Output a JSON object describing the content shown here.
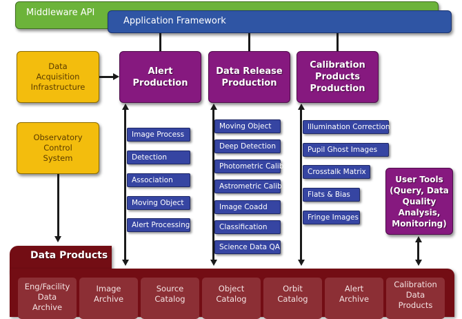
{
  "layers": {
    "middleware": "Middleware API",
    "framework": "Application Framework"
  },
  "left": {
    "data_acquisition": [
      "Data",
      "Acquisition",
      "Infrastructure"
    ],
    "observatory_control": [
      "Observatory",
      "Control",
      "System"
    ]
  },
  "productions": [
    {
      "title": [
        "Alert",
        "Production"
      ],
      "tasks": [
        "Image Process",
        "Detection",
        "Association",
        "Moving Object",
        "Alert Processing"
      ]
    },
    {
      "title": [
        "Data Release",
        "Production"
      ],
      "tasks": [
        "Moving Object",
        "Deep Detection",
        "Photometric Calib",
        "Astrometric Calib",
        "Image Coadd",
        "Classification",
        "Science Data QA"
      ]
    },
    {
      "title": [
        "Calibration",
        "Products",
        "Production"
      ],
      "tasks": [
        "Illumination Correction",
        "Pupil Ghost Images",
        "Crosstalk Matrix",
        "Flats & Bias",
        "Fringe Images"
      ]
    }
  ],
  "user_tools": [
    "User Tools",
    "(Query, Data",
    "Quality",
    "Analysis,",
    "Monitoring)"
  ],
  "data_products": {
    "title": "Data Products",
    "items": [
      [
        "Eng/Facility",
        "Data",
        "Archive"
      ],
      [
        "Image",
        "Archive"
      ],
      [
        "Source",
        "Catalog"
      ],
      [
        "Object",
        "Catalog"
      ],
      [
        "Orbit",
        "Catalog"
      ],
      [
        "Alert",
        "Archive"
      ],
      [
        "Calibration",
        "Data",
        "Products"
      ]
    ]
  },
  "colors": {
    "middleware": "#6cb33a",
    "framework": "#2f55a4",
    "infrastructure": "#f3bd0d",
    "production": "#86197f",
    "task": "#3645a2",
    "data_products": "#730d14"
  }
}
